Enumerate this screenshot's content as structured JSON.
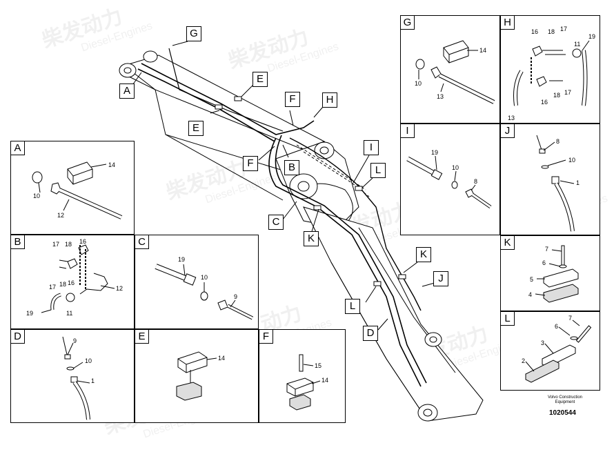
{
  "main_callouts": [
    "G",
    "A",
    "E",
    "E",
    "F",
    "H",
    "F",
    "B",
    "I",
    "L",
    "C",
    "K",
    "K",
    "J",
    "L",
    "D"
  ],
  "panels": {
    "A": {
      "label": "A",
      "parts": [
        "14",
        "10",
        "12"
      ]
    },
    "B": {
      "label": "B",
      "parts": [
        "17",
        "18",
        "16",
        "17",
        "18",
        "16",
        "12",
        "19",
        "11"
      ]
    },
    "C": {
      "label": "C",
      "parts": [
        "19",
        "10",
        "9"
      ]
    },
    "D": {
      "label": "D",
      "parts": [
        "9",
        "10",
        "1"
      ]
    },
    "E": {
      "label": "E",
      "parts": [
        "14"
      ]
    },
    "F": {
      "label": "F",
      "parts": [
        "15",
        "14"
      ]
    },
    "G": {
      "label": "G",
      "parts": [
        "14",
        "10",
        "13"
      ]
    },
    "H": {
      "label": "H",
      "parts": [
        "16",
        "18",
        "17",
        "11",
        "19",
        "13",
        "16",
        "18",
        "17"
      ]
    },
    "I": {
      "label": "I",
      "parts": [
        "19",
        "10",
        "8"
      ]
    },
    "J": {
      "label": "J",
      "parts": [
        "8",
        "10",
        "1"
      ]
    },
    "K": {
      "label": "K",
      "parts": [
        "7",
        "6",
        "5",
        "4"
      ]
    },
    "L": {
      "label": "L",
      "parts": [
        "7",
        "6",
        "3",
        "2"
      ]
    }
  },
  "watermark": {
    "cn": "柴发动力",
    "en": "Diesel-Engines"
  },
  "footer": {
    "company": "Volvo Construction Equipment",
    "drawing_number": "1020544"
  }
}
